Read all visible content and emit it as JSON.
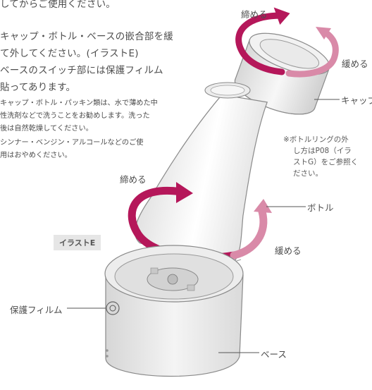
{
  "instructions": {
    "line0": "してからご使用ください。",
    "line1": "キャップ・ボトル・ベースの嵌合部を緩",
    "line2": "て外してください。(イラストE)",
    "line3": "ベースのスイッチ部には保護フィルム",
    "line4": "貼ってあります。",
    "small1": "キャップ・ボトル・パッキン類は、水で薄めた中",
    "small2": "性洗剤などで洗うことをお勧めします。洗った",
    "small3": "後は自然乾燥してください。",
    "small4": "シンナー・ベンジン・アルコールなどのご使",
    "small5": "用はおやめください。"
  },
  "illustration": {
    "badge": "イラストE",
    "tighten_top": "締める",
    "loosen_top": "緩める",
    "cap": "キャップ",
    "note1": "※ボトルリングの外",
    "note2": "し方はP08（イラ",
    "note3": "ストG）をご参照く",
    "note4": "ださい。",
    "tighten_mid": "締める",
    "bottle": "ボトル",
    "loosen_mid": "緩める",
    "film": "保護フィルム",
    "base": "ベース"
  },
  "colors": {
    "tighten_arrow": "#b5175a",
    "loosen_arrow": "#d98aa8",
    "outline": "#8a8a8a"
  }
}
